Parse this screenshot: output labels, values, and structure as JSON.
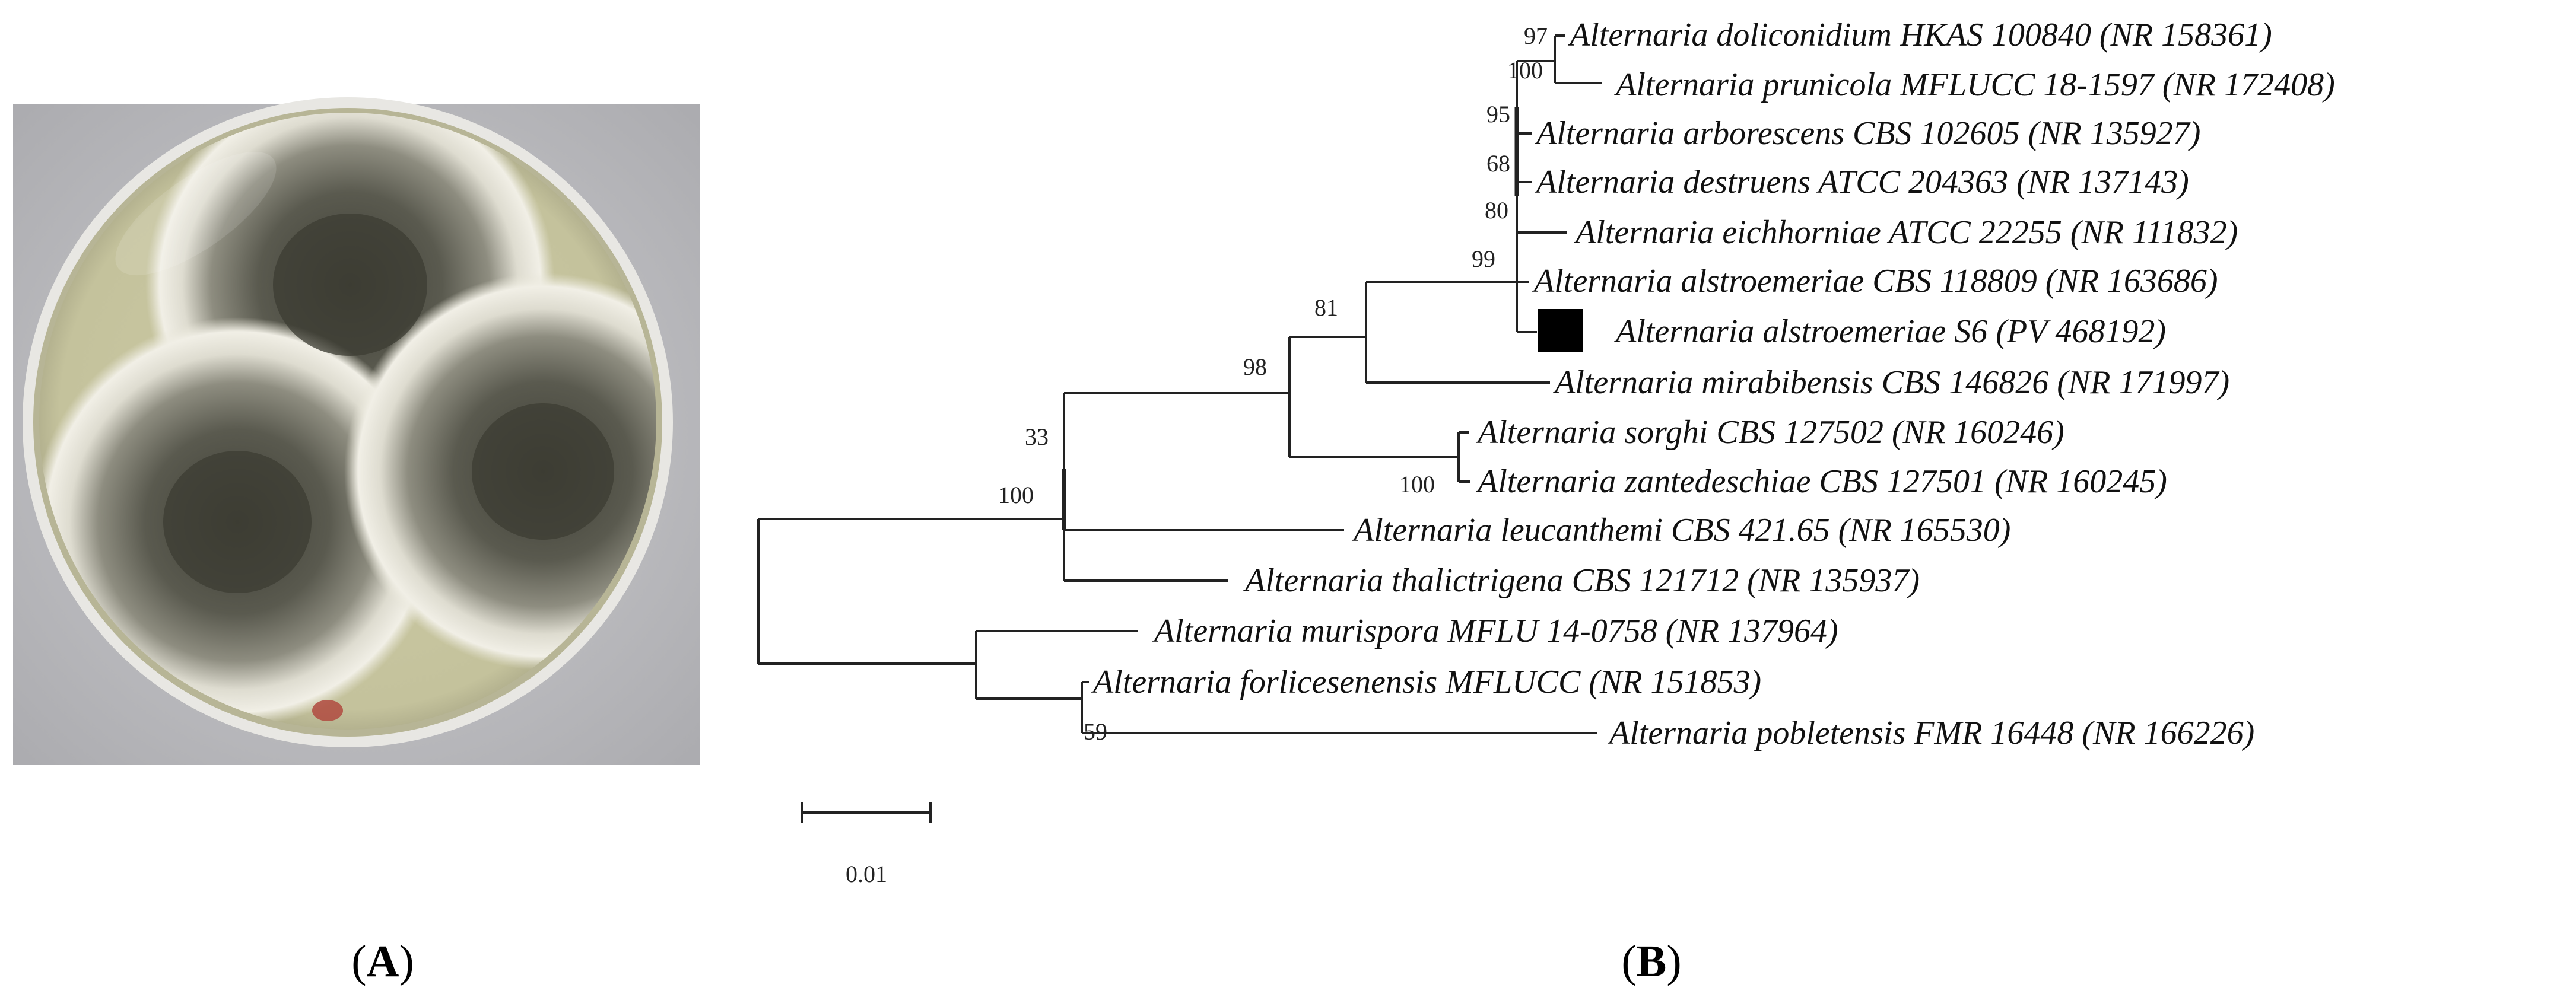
{
  "panels": {
    "a_label": "A",
    "b_label": "B",
    "a_prefix": "(",
    "a_suffix": ")"
  },
  "tree": {
    "taxa": [
      "Alternaria doliconidium HKAS 100840 (NR 158361)",
      "Alternaria prunicola MFLUCC 18-1597 (NR 172408)",
      "Alternaria arborescens CBS 102605 (NR 135927)",
      "Alternaria destruens ATCC 204363 (NR 137143)",
      "Alternaria eichhorniae ATCC 22255 (NR 111832)",
      "Alternaria alstroemeriae CBS 118809 (NR 163686)",
      "Alternaria alstroemeriae S6 (PV 468192)",
      "Alternaria mirabibensis CBS 146826 (NR 171997)",
      "Alternaria sorghi CBS 127502 (NR 160246)",
      "Alternaria zantedeschiae CBS 127501 (NR 160245)",
      "Alternaria leucanthemi CBS 421.65 (NR 165530)",
      "Alternaria thalictrigena CBS 121712 (NR 135937)",
      "Alternaria murispora MFLU 14-0758 (NR 137964)",
      "Alternaria forlicesenensis MFLUCC (NR 151853)",
      "Alternaria pobletensis FMR 16448 (NR 166226)"
    ],
    "bootstrap": [
      "97",
      "100",
      "95",
      "68",
      "80",
      "99",
      "81",
      "98",
      "33",
      "100",
      "100",
      "59"
    ],
    "scale_bar_label": "0.01"
  },
  "photo": {
    "plate_color": "#c9c7a2",
    "colony_center": "#4a4a40",
    "mycelium_edge": "#e9e7d8",
    "background": "#bdbcbf"
  }
}
